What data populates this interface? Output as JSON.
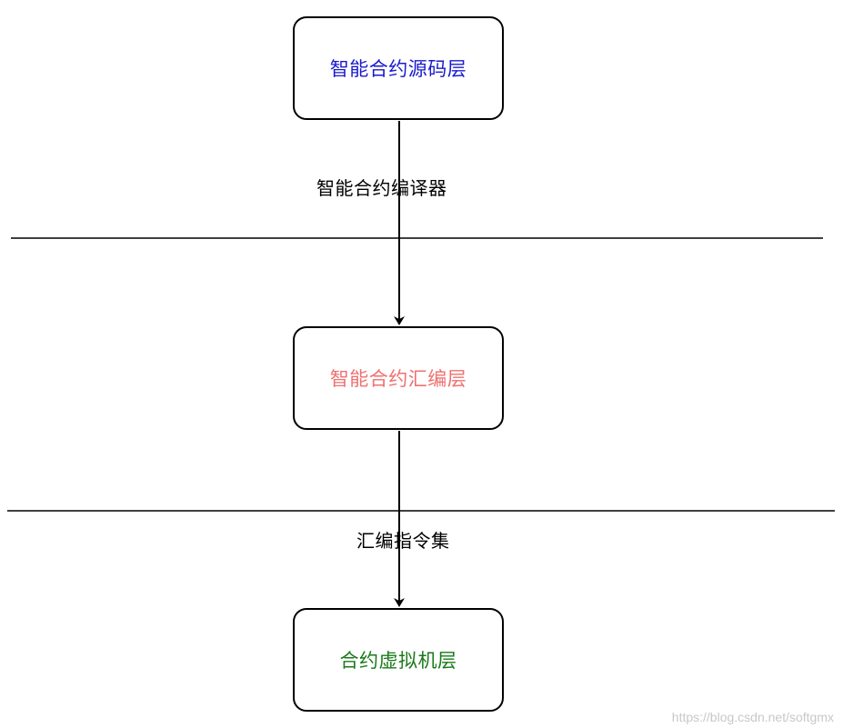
{
  "layers": [
    {
      "id": "source",
      "label": "智能合约源码层",
      "color": "#1a1acc"
    },
    {
      "id": "assembly",
      "label": "智能合约汇编层",
      "color": "#f07070"
    },
    {
      "id": "vm",
      "label": "合约虚拟机层",
      "color": "#1a7a1a"
    }
  ],
  "edges": [
    {
      "from": "source",
      "to": "assembly",
      "label": "智能合约编译器"
    },
    {
      "from": "assembly",
      "to": "vm",
      "label": "汇编指令集"
    }
  ],
  "watermark": "https://blog.csdn.net/softgmx"
}
